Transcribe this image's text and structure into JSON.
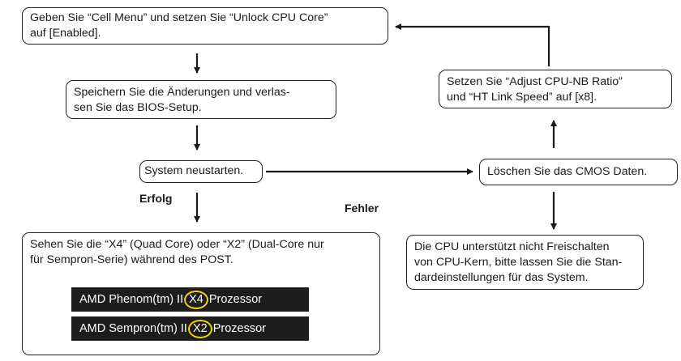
{
  "nodes": {
    "cell_menu": {
      "lines": [
        "Geben Sie “Cell Menu” und setzen Sie “Unlock CPU Core”",
        "auf [Enabled]."
      ]
    },
    "save_exit": {
      "lines": [
        "Speichern Sie die Änderungen und verlas-",
        "sen Sie das BIOS-Setup."
      ]
    },
    "restart": {
      "lines": [
        "System neustarten."
      ]
    },
    "check_post": {
      "lines": [
        "Sehen Sie die “X4” (Quad Core) oder “X2” (Dual-Core nur",
        "für Sempron-Serie) während des POST."
      ]
    },
    "clear_cmos": {
      "lines": [
        "Löschen Sie das CMOS Daten."
      ]
    },
    "set_ratio": {
      "lines": [
        "Setzen Sie “Adjust CPU-NB Ratio”",
        "und “HT Link Speed” auf [x8]."
      ]
    },
    "unsupported": {
      "lines": [
        "Die CPU unterstützt nicht Freischalten",
        "von CPU-Kern, bitte lassen Sie die Stan-",
        "dardeinstellungen für das System."
      ]
    }
  },
  "edge_labels": {
    "success": "Erfolg",
    "failure": "Fehler"
  },
  "post_screens": [
    {
      "prefix": "AMD Phenom(tm) II",
      "core": "X4",
      "suffix": "Prozessor"
    },
    {
      "prefix": "AMD Sempron(tm) II",
      "core": "X2",
      "suffix": "Prozessor"
    }
  ]
}
